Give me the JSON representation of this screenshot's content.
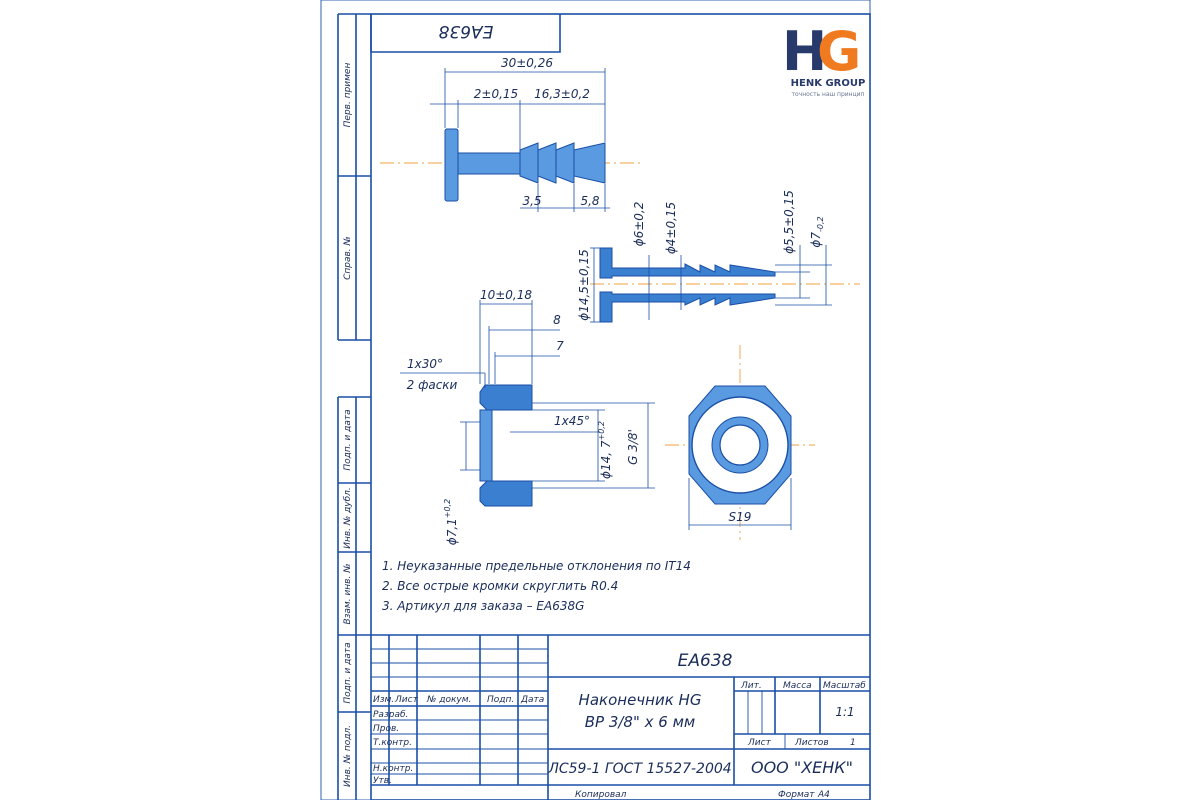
{
  "logo": {
    "h": "H",
    "g": "G",
    "company": "HENK GROUP",
    "slogan": "точность наш принцип"
  },
  "drawing_number_top": "EA638",
  "left_strip": {
    "perv_primen": "Перв. примен",
    "sprav_no": "Справ. №",
    "podp_data_1": "Подп. и дата",
    "inv_dubl": "Инв. № дубл.",
    "vzam_inv": "Взам. инв. №",
    "podp_data_2": "Подп. и дата",
    "inv_podl": "Инв. № подл."
  },
  "dimensions": {
    "total_length": "30±0,26",
    "flange_thickness": "2±0,15",
    "barb_length": "16,3±0,2",
    "barb_step": "3,5",
    "barb_end": "5,8",
    "d_flange": "14,5±0,15",
    "d_shank": "6±0,2",
    "d_bore": "4±0,15",
    "d_barb_min": "5,5±0,15",
    "d_barb_max": "7",
    "d_barb_max_tol": "-0,2",
    "nut_length": "10±0,18",
    "nut_8": "8",
    "nut_7": "7",
    "chamfer_1": "1x30°",
    "chamfer_1_note": "2 фаски",
    "chamfer_2": "1x45°",
    "nut_bore": "14, 7",
    "nut_bore_tol": "+0,2",
    "thread": "G 3/8'",
    "nut_hole": "7,1",
    "nut_hole_tol": "+0,2",
    "hex_size": "S19"
  },
  "notes": [
    "1. Неуказанные предельные отклонения по IT14",
    "2. Все острые кромки скруглить R0.4",
    "3. Артикул для заказа – EA638G"
  ],
  "title_block": {
    "doc_number": "EA638",
    "name_line1": "Наконечник HG",
    "name_line2": "ВР 3/8\" х 6 мм",
    "material": "ЛС59-1 ГОСТ 15527-2004",
    "company": "ООО \"ХЕНК\"",
    "col_izm": "Изм.",
    "col_list": "Лист",
    "col_ndokum": "№ докум.",
    "col_podp": "Подп.",
    "col_data": "Дата",
    "row_razrab": "Разраб.",
    "row_prov": "Пров.",
    "row_tkontr": "Т.контр.",
    "row_nkontr": "Н.контр.",
    "row_utv": "Утв.",
    "lit": "Лит.",
    "massa": "Масса",
    "masshtab": "Масштаб",
    "scale_value": "1:1",
    "list_label": "Лист",
    "listov_label": "Листов",
    "listov_value": "1",
    "kopiroval": "Копировал",
    "format_label": "Формат",
    "format_value": "A4"
  }
}
